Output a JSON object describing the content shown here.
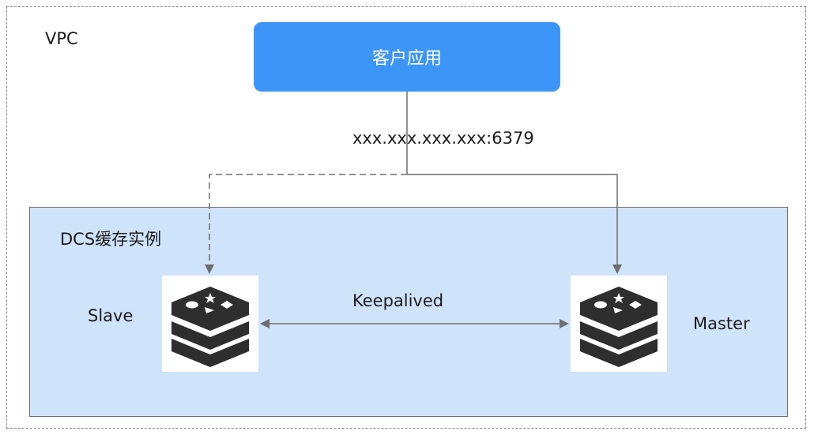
{
  "vpc": {
    "label": "VPC"
  },
  "client": {
    "label": "客户应用"
  },
  "connection": {
    "address": "xxx.xxx.xxx.xxx:6379"
  },
  "dcs": {
    "label": "DCS缓存实例"
  },
  "nodes": {
    "slave": {
      "label": "Slave",
      "icon": "redis-icon"
    },
    "master": {
      "label": "Master",
      "icon": "redis-icon"
    }
  },
  "link": {
    "label": "Keepalived"
  },
  "colors": {
    "client_fill": "#3d96f7",
    "dcs_fill": "#cfe3fa",
    "icon_dark": "#2e2e2e",
    "line": "#6e6e6e"
  }
}
